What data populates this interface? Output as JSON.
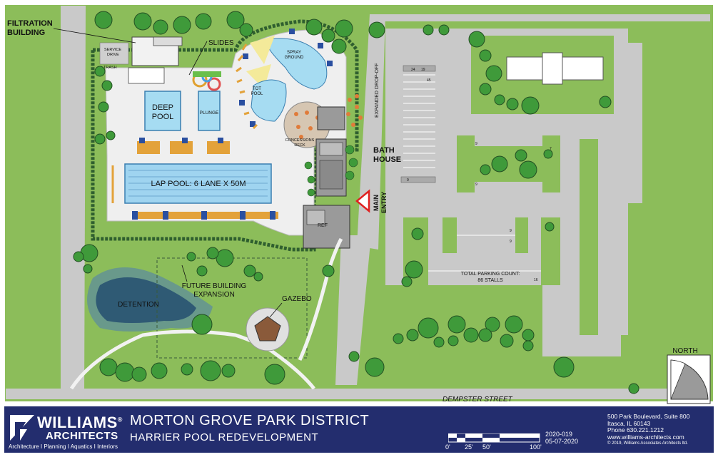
{
  "labels": {
    "filtration_building": [
      "FILTRATION",
      "BUILDING"
    ],
    "service_drive": [
      "SERVICE",
      "DRIVE"
    ],
    "trash": "TRASH",
    "slides": "SLIDES",
    "spray_ground": [
      "SPRAY",
      "GROUND"
    ],
    "tot_pool": [
      "TOT",
      "POOL"
    ],
    "deep_pool": [
      "DEEP",
      "POOL"
    ],
    "plunge": "PLUNGE",
    "lap_pool": "LAP POOL: 6 LANE X 50M",
    "concessions_deck": [
      "CONCESSIONS",
      "DECK"
    ],
    "expanded_drop_off": "EXPANDED DROP-OFF",
    "bath_house": [
      "BATH",
      "HOUSE"
    ],
    "main_entry": [
      "MAIN",
      "ENTRY"
    ],
    "ref": "REF",
    "future_building": [
      "FUTURE BUILDING",
      "EXPANSION"
    ],
    "detention": "DETENTION",
    "gazebo": "GAZEBO",
    "parking_count": [
      "TOTAL PARKING COUNT:",
      "86 STALLS"
    ],
    "street": "DEMPSTER STREET",
    "north": "NORTH",
    "stall_counts": [
      "24",
      "19",
      "45",
      "9",
      "7",
      "9",
      "9",
      "9",
      "9",
      "16"
    ]
  },
  "footer": {
    "logo_name": "WILLIAMS",
    "logo_mark": "®",
    "logo_name2": "ARCHITECTS",
    "logo_tagline": "Architecture  I  Planning  I  Aquatics  I  Interiors",
    "project_title": "MORTON GROVE PARK DISTRICT",
    "project_subtitle": "HARRIER POOL REDEVELOPMENT",
    "project_number": "2020-019",
    "date": "05-07-2020",
    "address_lines": [
      "500 Park Boulevard, Suite 800",
      "Itasca, IL 60143",
      "Phone 630.221.1212",
      "www.williams-architects.com"
    ],
    "copyright": "© 2019, Williams Associates Architects ltd.",
    "scale_labels": [
      "0'",
      "25'",
      "50'",
      "100'"
    ]
  },
  "colors": {
    "grass": "#8cbd5a",
    "grass_light": "#a3cd73",
    "pavement": "#c9c9c9",
    "deck": "#efefef",
    "water": "#a6dcf2",
    "lap_water": "#9fd4f0",
    "tree": "#3f9a3a",
    "hedge": "#2f5f2f",
    "roof": "#f2f2f2",
    "building": "#9a9a9a",
    "detention": "#2f5a74",
    "footer_bg": "#232d6e",
    "entry_red": "#e02020",
    "gazebo": "#8a5a3a",
    "slide_yellow": "#f4ea9a"
  }
}
